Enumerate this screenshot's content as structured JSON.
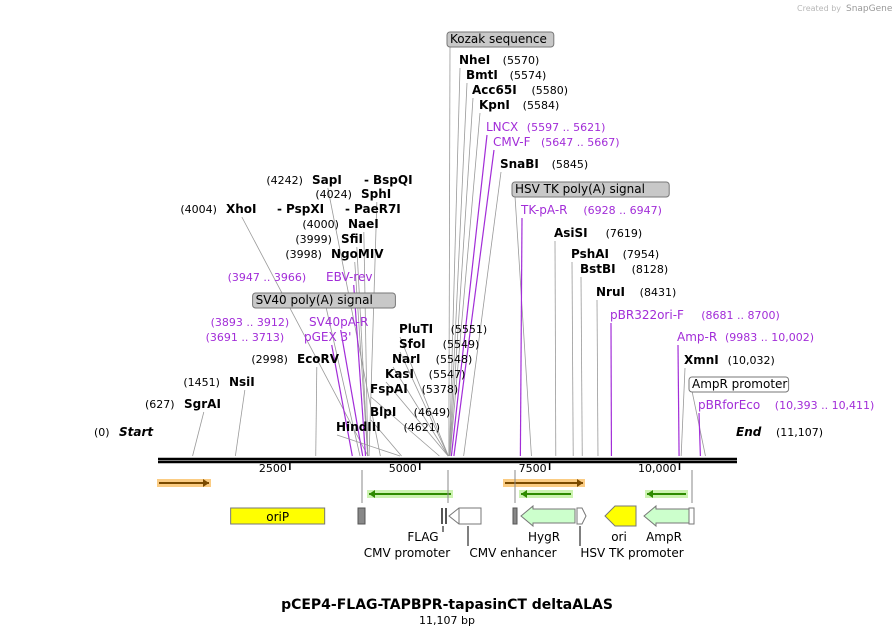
{
  "credit": {
    "prefix": "Created by",
    "brand": "SnapGene"
  },
  "title": "pCEP4-FLAG-TAPBPR-tapasinCT deltaALAS",
  "length_label": "11,107 bp",
  "length": 11107,
  "ends": {
    "start": "Start",
    "start_pos": "(0)",
    "end": "End",
    "end_pos": "(11,107)"
  },
  "ticks": [
    {
      "value": 2500,
      "label": "2500"
    },
    {
      "value": 5000,
      "label": "5000"
    },
    {
      "value": 7500,
      "label": "7500"
    },
    {
      "value": 10000,
      "label": "10,000"
    }
  ],
  "site_labels": [
    {
      "name": "Kozak sequence",
      "type": "boxed",
      "pos": 5560
    },
    {
      "name": "NheI",
      "position": "(5570)",
      "type": "site",
      "pos": 5570
    },
    {
      "name": "BmtI",
      "position": "(5574)",
      "type": "site",
      "pos": 5574
    },
    {
      "name": "Acc65I",
      "position": "(5580)",
      "type": "site",
      "pos": 5580
    },
    {
      "name": "KpnI",
      "position": "(5584)",
      "type": "site",
      "pos": 5584
    },
    {
      "name": "LNCX",
      "position": "(5597 .. 5621)",
      "type": "primer",
      "pos": 5609
    },
    {
      "name": "CMV-F",
      "position": "(5647 .. 5667)",
      "type": "primer",
      "pos": 5657
    },
    {
      "name": "SnaBI",
      "position": "(5845)",
      "type": "site",
      "pos": 5845
    },
    {
      "name": "HSV TK poly(A) signal",
      "type": "boxed",
      "pos": 7150
    },
    {
      "name": "TK-pA-R",
      "position": "(6928 .. 6947)",
      "type": "primer",
      "pos": 6937
    },
    {
      "name": "AsiSI",
      "position": "(7619)",
      "type": "site",
      "pos": 7619
    },
    {
      "name": "PshAI",
      "position": "(7954)",
      "type": "site",
      "pos": 7954
    },
    {
      "name": "BstBI",
      "position": "(8128)",
      "type": "site",
      "pos": 8128
    },
    {
      "name": "NruI",
      "position": "(8431)",
      "type": "site",
      "pos": 8431
    },
    {
      "name": "pBR322ori-F",
      "position": "(8681 .. 8700)",
      "type": "primer",
      "pos": 8690
    },
    {
      "name": "Amp-R",
      "position": "(9983 .. 10,002)",
      "type": "primer",
      "pos": 9992
    },
    {
      "name": "XmnI",
      "position": "(10,032)",
      "type": "site",
      "pos": 10032
    },
    {
      "name": "AmpR promoter",
      "type": "boxed_white",
      "pos": 10500
    },
    {
      "name": "pBRforEco",
      "position": "(10,393 .. 10,411)",
      "type": "primer",
      "pos": 10402
    },
    {
      "name": "SapI",
      "position": "(4242)",
      "type": "site",
      "pos": 4242
    },
    {
      "name": "BspQI",
      "prefix": "-",
      "type": "site",
      "pos": 4242
    },
    {
      "name": "SphI",
      "position": "(4024)",
      "type": "site",
      "pos": 4024
    },
    {
      "name": "XhoI",
      "position": "(4004)",
      "type": "site",
      "pos": 4004
    },
    {
      "name": "PspXI",
      "prefix": "-",
      "type": "site",
      "pos": 4004
    },
    {
      "name": "PaeR7I",
      "prefix": "-",
      "type": "site",
      "pos": 4004
    },
    {
      "name": "NaeI",
      "position": "(4000)",
      "type": "site",
      "pos": 4000
    },
    {
      "name": "SfiI",
      "position": "(3999)",
      "type": "site",
      "pos": 3999
    },
    {
      "name": "NgoMIV",
      "position": "(3998)",
      "type": "site",
      "pos": 3998
    },
    {
      "name": "EBV-rev",
      "position": "(3947 .. 3966)",
      "type": "primer",
      "pos": 3956
    },
    {
      "name": "SV40 poly(A) signal",
      "type": "boxed",
      "pos": 3850
    },
    {
      "name": "SV40pA-R",
      "position": "(3893 .. 3912)",
      "type": "primer",
      "pos": 3902
    },
    {
      "name": "pGEX 3'",
      "position": "(3691 .. 3713)",
      "type": "primer",
      "pos": 3702
    },
    {
      "name": "EcoRV",
      "position": "(2998)",
      "type": "site",
      "pos": 2998
    },
    {
      "name": "NsiI",
      "position": "(1451)",
      "type": "site",
      "pos": 1451
    },
    {
      "name": "SgrAI",
      "position": "(627)",
      "type": "site",
      "pos": 627
    },
    {
      "name": "PluTI",
      "position": "(5551)",
      "type": "site",
      "pos": 5551
    },
    {
      "name": "SfoI",
      "position": "(5549)",
      "type": "site",
      "pos": 5549
    },
    {
      "name": "NarI",
      "position": "(5548)",
      "type": "site",
      "pos": 5548
    },
    {
      "name": "KasI",
      "position": "(5547)",
      "type": "site",
      "pos": 5547
    },
    {
      "name": "FspAI",
      "position": "(5378)",
      "type": "site",
      "pos": 5378
    },
    {
      "name": "BlpI",
      "position": "(4649)",
      "type": "site",
      "pos": 4649
    },
    {
      "name": "HindIII",
      "position": "(4621)",
      "type": "site",
      "pos": 4621
    }
  ],
  "features": [
    {
      "name": "oriP",
      "kind": "yellow_box",
      "start": 1360,
      "end": 3170,
      "color": "#ffff00"
    },
    {
      "name": "FLAG",
      "kind": "label_below",
      "pos": 5480
    },
    {
      "name": "CMV promoter",
      "kind": "label_below",
      "pos": 5000
    },
    {
      "name": "CMV enhancer",
      "kind": "label_below",
      "pos": 6400
    },
    {
      "name": "HygR",
      "kind": "arrow_left",
      "start": 7120,
      "end": 8140,
      "color": "#ccffcc"
    },
    {
      "name": "ori",
      "kind": "arrow_left",
      "start": 8760,
      "end": 9350,
      "color": "#ffff00"
    },
    {
      "name": "HSV TK promoter",
      "kind": "label_below",
      "pos": 8700
    },
    {
      "name": "AmpR",
      "kind": "arrow_left",
      "start": 9630,
      "end": 10400,
      "color": "#ccffcc"
    }
  ],
  "colors": {
    "primer": "#a22dd8",
    "orange_arrow": "#f5a623",
    "green_arrow": "#2e8b00"
  }
}
